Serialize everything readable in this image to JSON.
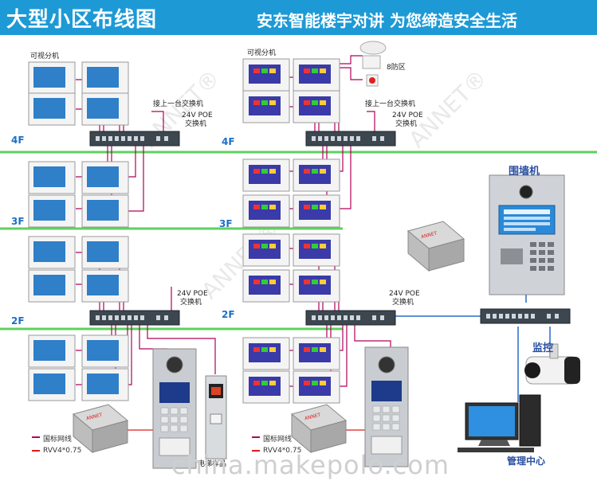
{
  "header": {
    "title": "大型小区布线图",
    "slogan": "安东智能楼宇对讲 为您缔造安全生活"
  },
  "labels": {
    "indoor_monitor": "可视分机",
    "connect_next_switch": "接上一台交换机",
    "switch_24v_poe": "24V POE",
    "switch_word": "交换机",
    "alarm_zones": "8防区",
    "wall_unit": "围墙机",
    "surveillance": "监控",
    "management_center": "管理中心",
    "elevator_sample": "电梯样品",
    "power_box_brand": "ANNET",
    "watermark_brand": "ANNET®",
    "website": "china.makepolo.com"
  },
  "floors": [
    "4F",
    "3F",
    "2F"
  ],
  "legend": {
    "network_cable": "国标网线",
    "rvv_cable": "RVV4*0.75"
  },
  "colors": {
    "header_bg": "#1d9ad6",
    "floor_line": "#5fd05f",
    "network_line": "#b0005a",
    "power_line": "#e21a1a",
    "trunk_line": "#2a6bc4"
  }
}
